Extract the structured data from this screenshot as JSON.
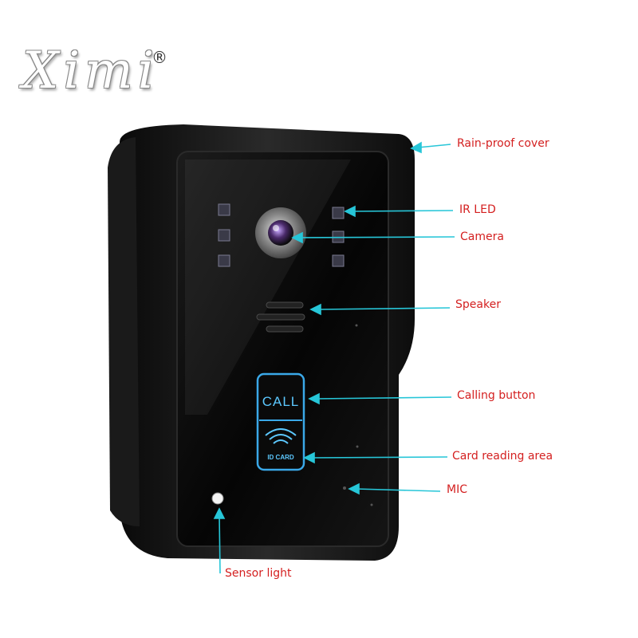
{
  "logo": {
    "text": "Ximi",
    "registered": "®"
  },
  "device": {
    "buttons": {
      "call": "CALL",
      "id_card": "ID CARD"
    }
  },
  "callouts": {
    "rain_proof_cover": "Rain-proof cover",
    "ir_led": "IR LED",
    "camera": "Camera",
    "speaker": "Speaker",
    "calling_button": "Calling button",
    "card_reading_area": "Card reading area",
    "mic": "MIC",
    "sensor_light": "Sensor light"
  },
  "colors": {
    "callout_text": "#d42020",
    "callout_arrow": "#27c6d8",
    "button_glow": "#3aa8e8",
    "device_body": "#141414"
  }
}
